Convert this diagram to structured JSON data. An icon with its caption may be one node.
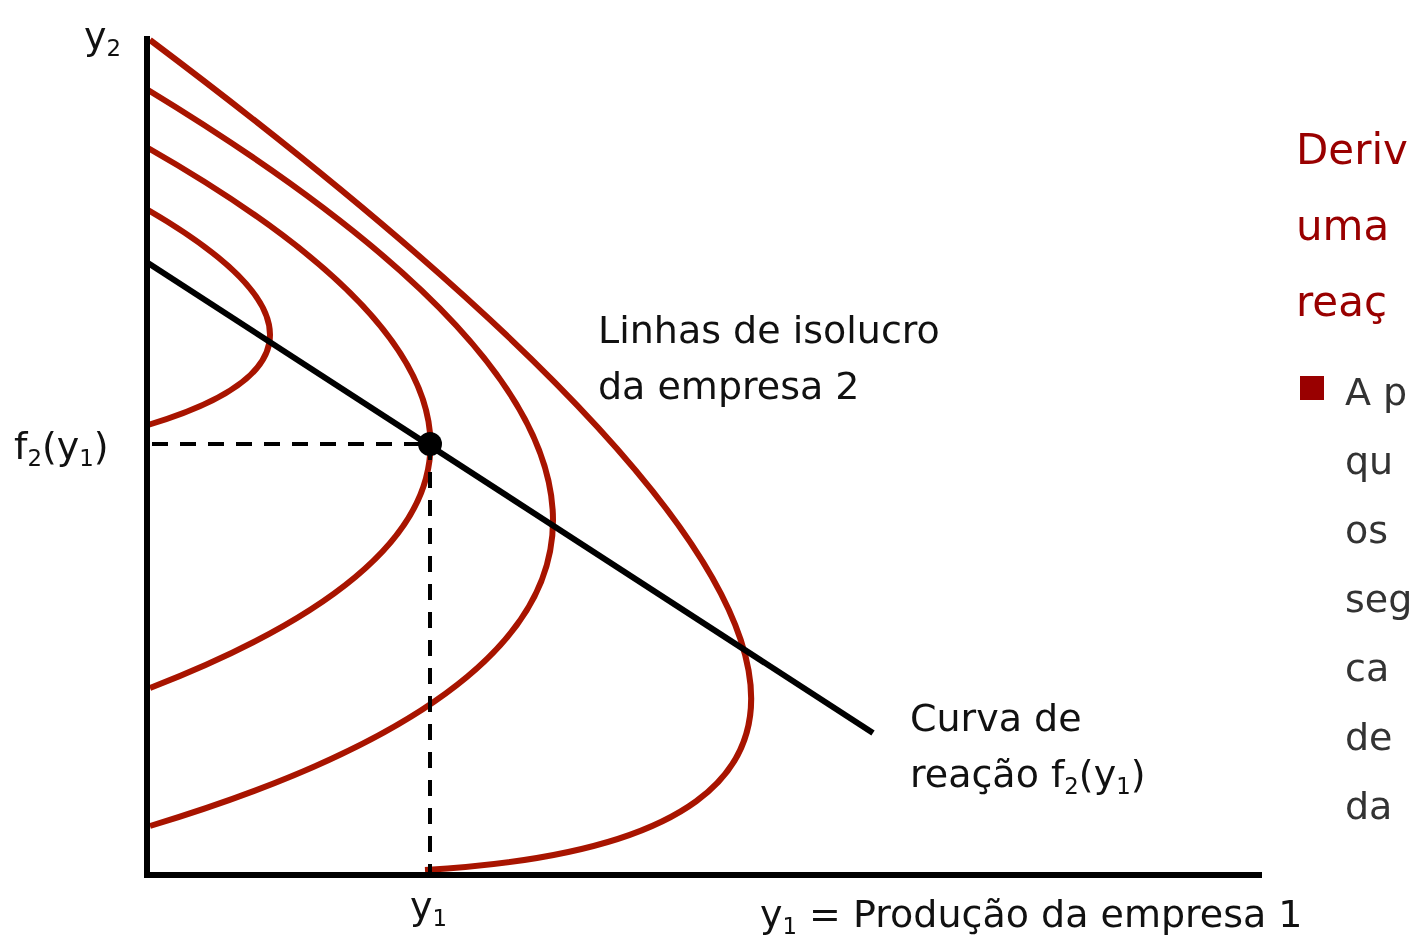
{
  "diagram": {
    "title": "Deriv uma reaç",
    "labels": [
      "y$_{2}$",
      "f$_{2}$(y$_{1}$)",
      "Linhas de isolucro da empresa 2",
      "Curva de reação f$_{2}$(y$_{1}$)",
      "y$_{1}$",
      "y$_{1}$ = Produção da empresa 1",
      "A p qu os seg ca de da"
    ]
  }
}
